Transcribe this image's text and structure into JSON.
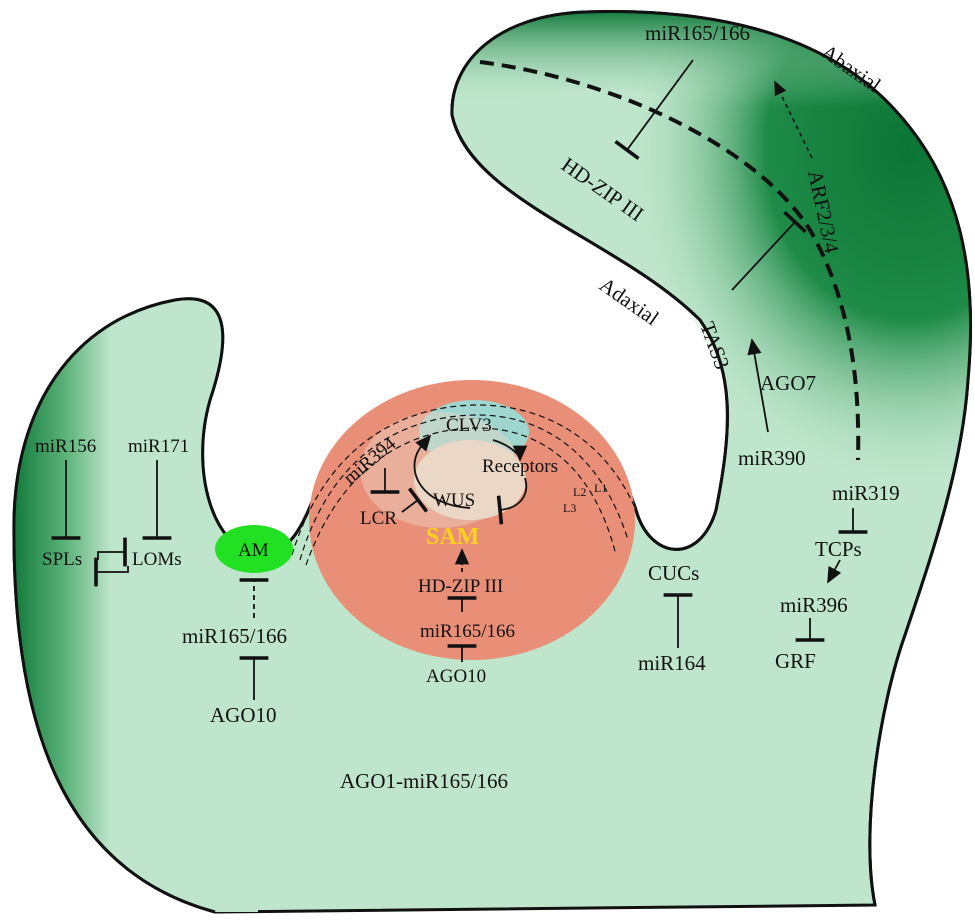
{
  "labels": {
    "mir165_top": "miR165/166",
    "abaxial": "Abaxial",
    "hdzip_leaf": "HD-ZIP III",
    "arf": "ARF2/3/4",
    "adaxial": "Adaxial",
    "tas3": "TAS3",
    "ago7": "AGO7",
    "mir390": "miR390",
    "mir319": "miR319",
    "tcps": "TCPs",
    "mir396": "miR396",
    "grf": "GRF",
    "cucs": "CUCs",
    "mir164": "miR164",
    "mir156": "miR156",
    "mir171": "miR171",
    "spls": "SPLs",
    "loms": "LOMs",
    "am": "AM",
    "mir165_am": "miR165/166",
    "ago10_am": "AGO10",
    "clv3": "CLV3",
    "mir394": "miR394",
    "receptors": "Receptors",
    "wus": "WUS",
    "lcr": "LCR",
    "l1": "L1",
    "l2": "L2",
    "l3": "L3",
    "sam": "SAM",
    "hdzip_sam": "HD-ZIP III",
    "mir165_sam": "miR165/166",
    "ago10_sam": "AGO10",
    "ago1": "AGO1-miR165/166"
  },
  "colors": {
    "tissue_light": "#bfe6cc",
    "tissue_dark": "#0e7a38",
    "meristem": "#e98f78",
    "clv3_zone": "#9fd6cf",
    "wus_zone": "#ead7c5",
    "am_fill": "#22e022",
    "sam_text": "#ffd21a"
  }
}
